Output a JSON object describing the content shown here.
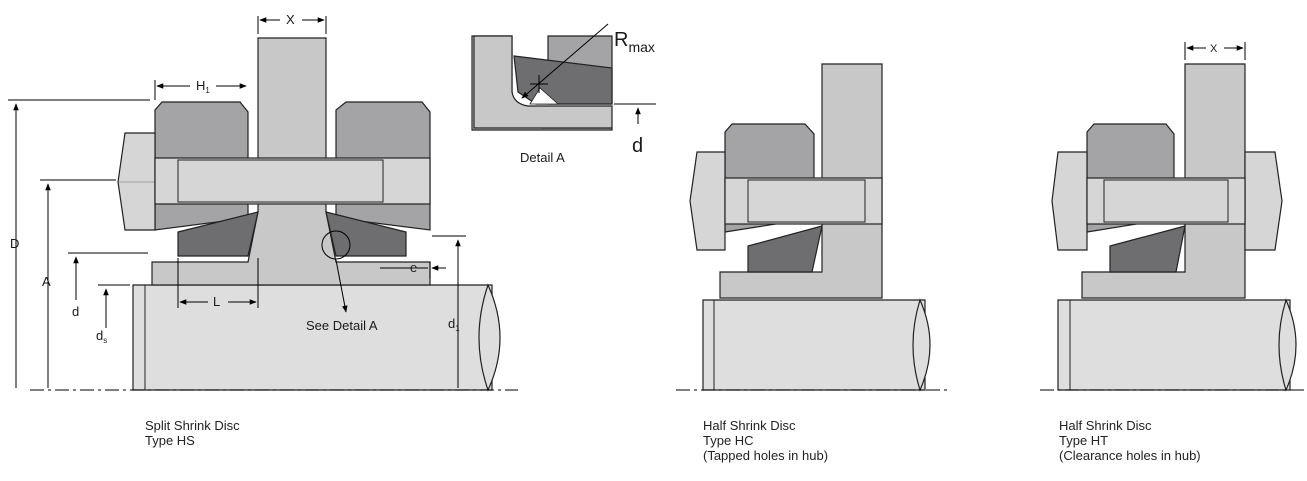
{
  "labels": {
    "x": "X",
    "x_small": "X",
    "h": "H",
    "h_sub": "1",
    "d_upper": "D",
    "a": "A",
    "d": "d",
    "ds": "d",
    "ds_sub": "s",
    "l": "L",
    "e": "e",
    "d1": "d",
    "d1_sub": "1",
    "see_detail": "See Detail A",
    "rmax": "R",
    "rmax_sub": "max",
    "detail_d": "d",
    "detail_title": "Detail A"
  },
  "captions": {
    "hs": [
      "Split Shrink Disc",
      "Type HS"
    ],
    "hc": [
      "Half Shrink Disc",
      "Type HC",
      "(Tapped holes in hub)"
    ],
    "ht": [
      "Half Shrink Disc",
      "Type HT",
      "(Clearance holes in hub)"
    ]
  },
  "colors": {
    "hub": "#c8c8c8",
    "collar": "#a4a4a6",
    "bolt": "#d6d6d6",
    "cone": "#6e6e70",
    "shaft": "#dedede",
    "outline": "#222222"
  }
}
